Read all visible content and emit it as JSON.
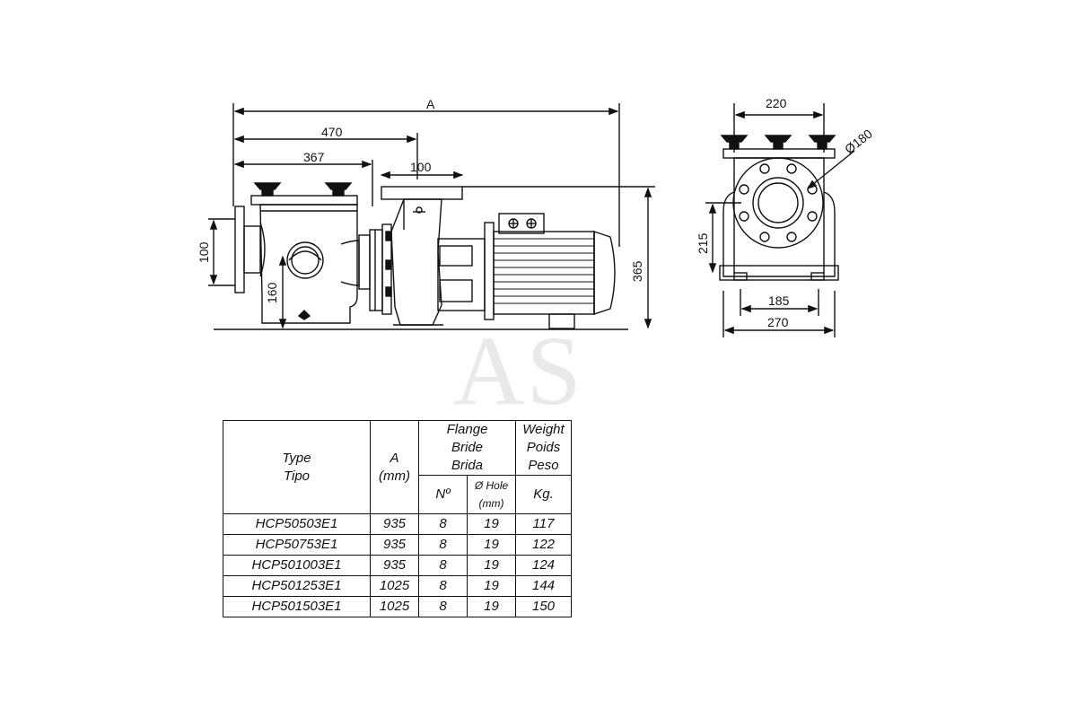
{
  "dimensions": {
    "overall_length": "A",
    "length_470": "470",
    "length_367": "367",
    "flange_width": "100",
    "inlet_height": "100",
    "inlet_center": "160",
    "total_height": "365",
    "top_width": "220",
    "flange_diameter": "Ø180",
    "side_height": "215",
    "base_holes": "185",
    "base_width": "270"
  },
  "watermark": "AS",
  "table": {
    "header": {
      "type_line1": "Type",
      "type_line2": "Tipo",
      "a_line1": "A",
      "a_line2": "(mm)",
      "flange_line1": "Flange",
      "flange_line2": "Bride",
      "flange_line3": "Brida",
      "weight_line1": "Weight",
      "weight_line2": "Poids",
      "weight_line3": "Peso",
      "no": "Nº",
      "hole_line1": "Ø Hole",
      "hole_line2": "(mm)",
      "kg": "Kg."
    },
    "rows": [
      {
        "type": "HCP50503E1",
        "a": "935",
        "no": "8",
        "hole": "19",
        "weight": "117"
      },
      {
        "type": "HCP50753E1",
        "a": "935",
        "no": "8",
        "hole": "19",
        "weight": "122"
      },
      {
        "type": "HCP501003E1",
        "a": "935",
        "no": "8",
        "hole": "19",
        "weight": "124"
      },
      {
        "type": "HCP501253E1",
        "a": "1025",
        "no": "8",
        "hole": "19",
        "weight": "144"
      },
      {
        "type": "HCP501503E1",
        "a": "1025",
        "no": "8",
        "hole": "19",
        "weight": "150"
      }
    ]
  }
}
